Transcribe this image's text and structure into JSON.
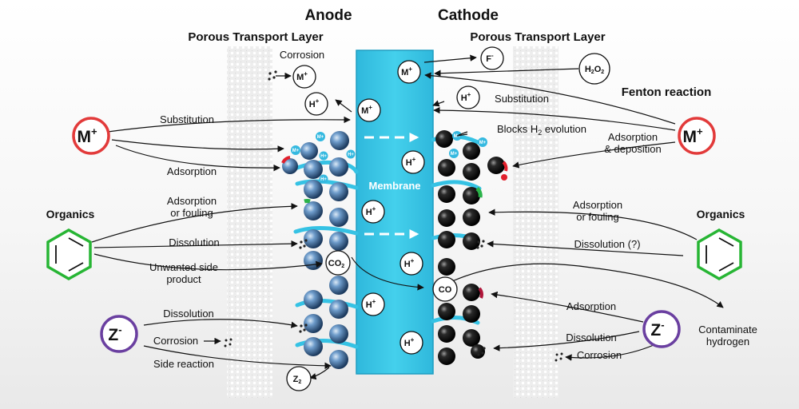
{
  "headers": {
    "anode": "Anode",
    "cathode": "Cathode",
    "ptl_left": "Porous Transport Layer",
    "ptl_right": "Porous Transport Layer",
    "membrane": "Membrane",
    "fenton": "Fenton reaction"
  },
  "left_sources": {
    "metal": "M",
    "organics": "Organics",
    "anion": "Z"
  },
  "right_sources": {
    "metal": "M",
    "organics": "Organics",
    "anion": "Z"
  },
  "anode_labels": {
    "corrosion_top": "Corrosion",
    "substitution": "Substitution",
    "adsorption": "Adsorption",
    "adsorption_fouling_1": "Adsorption",
    "adsorption_fouling_2": "or fouling",
    "dissolution_org": "Dissolution",
    "side_product_1": "Unwanted side",
    "side_product_2": "product",
    "dissolution_z": "Dissolution",
    "corrosion_z": "Corrosion",
    "side_reaction": "Side reaction"
  },
  "cathode_labels": {
    "substitution": "Substitution",
    "blocks": "Blocks H",
    "blocks_tail": " evolution",
    "adsorption_dep_1": "Adsorption",
    "adsorption_dep_2": "& deposition",
    "adsorption_fouling_1": "Adsorption",
    "adsorption_fouling_2": "or fouling",
    "dissolution_q": "Dissolution (?)",
    "adsorption_z": "Adsorption",
    "dissolution_z": "Dissolution",
    "corrosion_z": "Corrosion",
    "contaminate_1": "Contaminate",
    "contaminate_2": "hydrogen"
  },
  "species": {
    "m_plus_base": "M",
    "h_plus_base": "H",
    "f_minus_base": "F",
    "h2o2_a": "H",
    "h2o2_b": "2",
    "h2o2_c": "O",
    "h2o2_d": "2",
    "co2_a": "CO",
    "co2_b": "2",
    "co": "CO",
    "z2_a": "Z",
    "z2_b": "2",
    "h2_sub": "2",
    "plus": "+",
    "minus": "-"
  },
  "colors": {
    "membrane": "#3ec8e6",
    "metal_ring": "#e23a3a",
    "organics_ring": "#27b534",
    "anion_ring": "#6a3fa0",
    "catalyst_anode": "#4c7fb4",
    "catalyst_cathode": "#1a1a1a",
    "ionomer": "#35c2e4"
  }
}
